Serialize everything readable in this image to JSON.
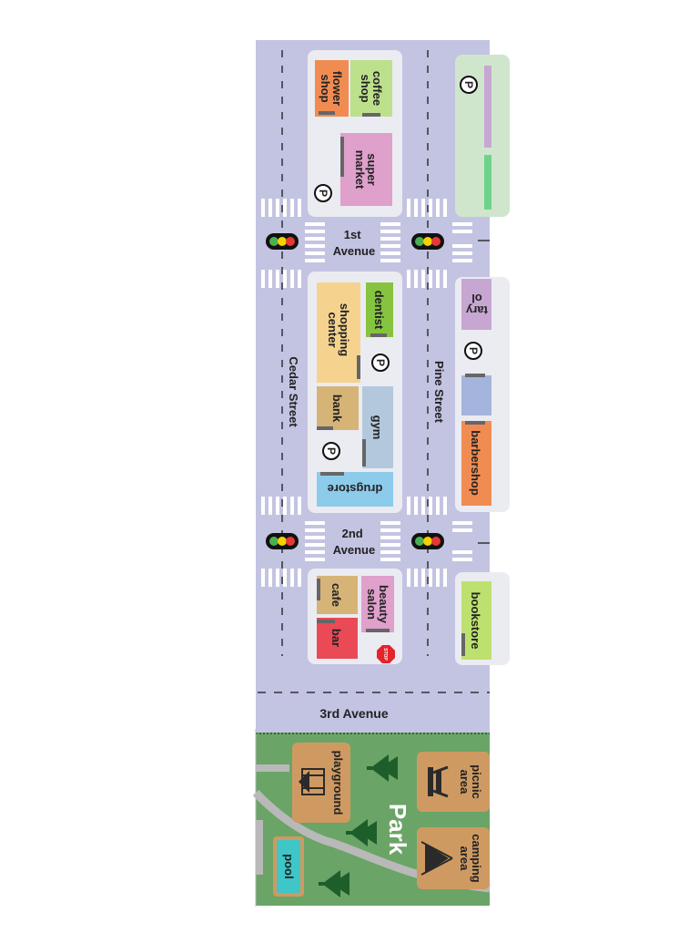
{
  "streets": {
    "first_avenue": [
      "1st",
      "Avenue"
    ],
    "second_avenue": [
      "2nd",
      "Avenue"
    ],
    "third_avenue": "3rd Avenue",
    "cedar_street": "Cedar Street",
    "pine_street": "Pine Street"
  },
  "buildings": {
    "coffee_shop": [
      "coffee",
      "shop"
    ],
    "flower_shop": [
      "flower",
      "shop"
    ],
    "super_market": [
      "super",
      "market"
    ],
    "dentist": "dentist",
    "shopping_center": [
      "shopping",
      "center"
    ],
    "bank": "bank",
    "gym": "gym",
    "drugstore": "drugstore",
    "beauty_salon": [
      "beauty",
      "salon"
    ],
    "cafe": "cafe",
    "bar": "bar",
    "library_partial": [
      "tary",
      "ol"
    ],
    "barbershop": "barbershop",
    "bookstore": "bookstore"
  },
  "signs": {
    "parking": "P",
    "stop": "STOP"
  },
  "park": {
    "title": "Park",
    "playground": "playground",
    "picnic_area": [
      "picnic",
      "area"
    ],
    "camping_area": [
      "camping",
      "area"
    ],
    "pool": "pool"
  },
  "colors": {
    "road": "#c3c3e2",
    "block": "#ebebf2",
    "park": "#6aa466",
    "coffee_shop": "#bde08c",
    "flower_shop": "#f08c52",
    "super_market": "#dfa0cb",
    "dentist": "#86c440",
    "shopping_center": "#f5d38e",
    "bank": "#d6b377",
    "gym": "#b3c8dd",
    "drugstore": "#8ccbea",
    "beauty_salon": "#dfa0cb",
    "cafe": "#d6b377",
    "bar": "#e94a55",
    "library": "#c7a7d2",
    "barbershop": "#f08c52",
    "bookstore": "#bde16e",
    "park_feature": "#cf9a62",
    "pool_water": "#3ec6c8"
  }
}
